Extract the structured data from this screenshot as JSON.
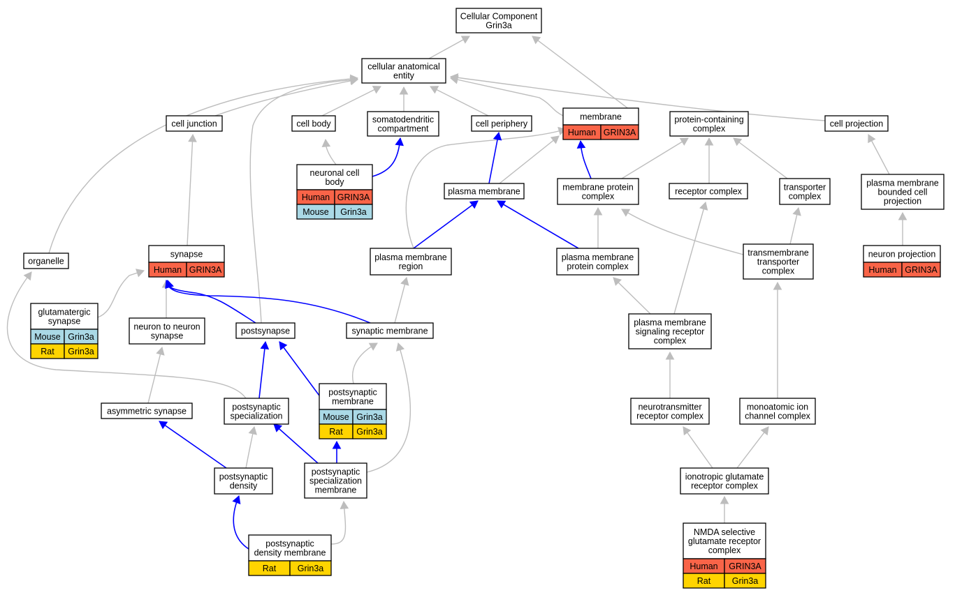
{
  "colors": {
    "human": "#f96448",
    "mouse": "#aad9e6",
    "rat": "#ffd400",
    "is_a_edge": "#bdbdbd",
    "part_of_edge": "#0000ff"
  },
  "nodes": {
    "root": {
      "lines": [
        "Cellular Component",
        "Grin3a"
      ]
    },
    "cae": {
      "lines": [
        "cellular anatomical",
        "entity"
      ]
    },
    "cell_junction": {
      "lines": [
        "cell junction"
      ]
    },
    "cell_body": {
      "lines": [
        "cell body"
      ]
    },
    "somatodendritic": {
      "lines": [
        "somatodendritic",
        "compartment"
      ]
    },
    "cell_periphery": {
      "lines": [
        "cell periphery"
      ]
    },
    "membrane": {
      "lines": [
        "membrane"
      ],
      "rows": [
        [
          "Human",
          "GRIN3A"
        ]
      ]
    },
    "pcc": {
      "lines": [
        "protein-containing",
        "complex"
      ]
    },
    "cell_projection": {
      "lines": [
        "cell projection"
      ]
    },
    "neuronal_cell_body": {
      "lines": [
        "neuronal cell",
        "body"
      ],
      "rows": [
        [
          "Human",
          "GRIN3A"
        ],
        [
          "Mouse",
          "Grin3a"
        ]
      ]
    },
    "plasma_membrane": {
      "lines": [
        "plasma membrane"
      ]
    },
    "membrane_protein_complex": {
      "lines": [
        "membrane protein",
        "complex"
      ]
    },
    "receptor_complex": {
      "lines": [
        "receptor complex"
      ]
    },
    "transporter_complex": {
      "lines": [
        "transporter",
        "complex"
      ]
    },
    "pm_bounded_cell_projection": {
      "lines": [
        "plasma membrane",
        "bounded cell",
        "projection"
      ]
    },
    "organelle": {
      "lines": [
        "organelle"
      ]
    },
    "synapse": {
      "lines": [
        "synapse"
      ],
      "rows": [
        [
          "Human",
          "GRIN3A"
        ]
      ]
    },
    "pm_region": {
      "lines": [
        "plasma membrane",
        "region"
      ]
    },
    "pm_protein_complex": {
      "lines": [
        "plasma membrane",
        "protein complex"
      ]
    },
    "tm_transporter_complex": {
      "lines": [
        "transmembrane",
        "transporter",
        "complex"
      ]
    },
    "neuron_projection": {
      "lines": [
        "neuron projection"
      ],
      "rows": [
        [
          "Human",
          "GRIN3A"
        ]
      ]
    },
    "glutamatergic_synapse": {
      "lines": [
        "glutamatergic",
        "synapse"
      ],
      "rows": [
        [
          "Mouse",
          "Grin3a"
        ],
        [
          "Rat",
          "Grin3a"
        ]
      ]
    },
    "neuron_to_neuron_synapse": {
      "lines": [
        "neuron to neuron",
        "synapse"
      ]
    },
    "postsynapse": {
      "lines": [
        "postsynapse"
      ]
    },
    "synaptic_membrane": {
      "lines": [
        "synaptic membrane"
      ]
    },
    "pm_signaling_receptor_complex": {
      "lines": [
        "plasma membrane",
        "signaling receptor",
        "complex"
      ]
    },
    "asymmetric_synapse": {
      "lines": [
        "asymmetric synapse"
      ]
    },
    "postsynaptic_specialization": {
      "lines": [
        "postsynaptic",
        "specialization"
      ]
    },
    "postsynaptic_membrane": {
      "lines": [
        "postsynaptic",
        "membrane"
      ],
      "rows": [
        [
          "Mouse",
          "Grin3a"
        ],
        [
          "Rat",
          "Grin3a"
        ]
      ]
    },
    "neurotransmitter_receptor_complex": {
      "lines": [
        "neurotransmitter",
        "receptor complex"
      ]
    },
    "monoatomic_ion_channel_complex": {
      "lines": [
        "monoatomic ion",
        "channel complex"
      ]
    },
    "postsynaptic_density": {
      "lines": [
        "postsynaptic",
        "density"
      ]
    },
    "ps_specialization_membrane": {
      "lines": [
        "postsynaptic",
        "specialization",
        "membrane"
      ]
    },
    "ionotropic_glutamate_receptor_complex": {
      "lines": [
        "ionotropic glutamate",
        "receptor complex"
      ]
    },
    "postsynaptic_density_membrane": {
      "lines": [
        "postsynaptic",
        "density membrane"
      ],
      "rows": [
        [
          "Rat",
          "Grin3a"
        ]
      ]
    },
    "nmda_receptor_complex": {
      "lines": [
        "NMDA selective",
        "glutamate receptor",
        "complex"
      ],
      "rows": [
        [
          "Human",
          "GRIN3A"
        ],
        [
          "Rat",
          "Grin3a"
        ]
      ]
    }
  }
}
